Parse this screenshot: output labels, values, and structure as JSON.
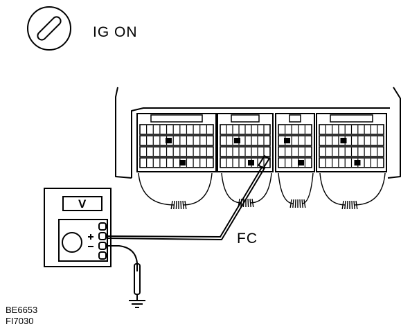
{
  "ignition": {
    "label": "IG ON",
    "icon": "ignition-key-icon"
  },
  "terminal": {
    "label": "FC"
  },
  "meter": {
    "display": "V",
    "icon": "voltmeter-icon"
  },
  "ground": {
    "icon": "ground-symbol-icon"
  },
  "codes": {
    "line1": "BE6653",
    "line2": "FI7030"
  },
  "colors": {
    "ink": "#000000",
    "background": "#ffffff"
  }
}
